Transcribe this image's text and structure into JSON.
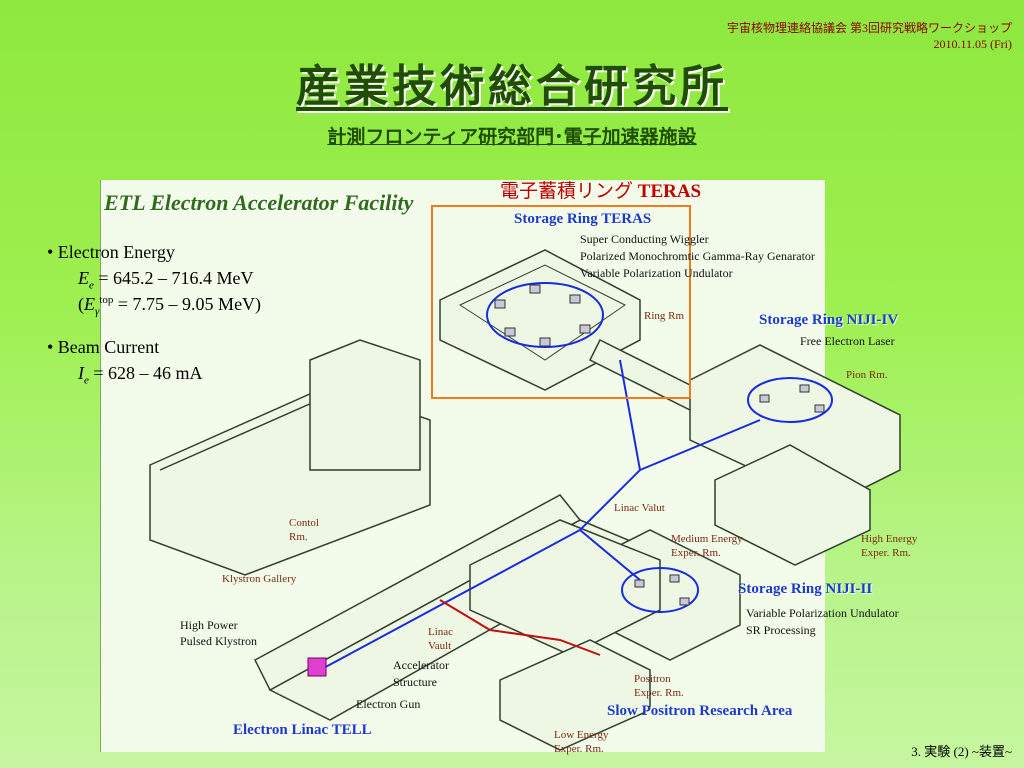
{
  "header": {
    "workshop": "宇宙核物理連絡協議会 第3回研究戦略ワークショップ",
    "date": "2010.11.05 (Fri)"
  },
  "title": "産業技術総合研究所",
  "subtitle": "計測フロンティア研究部門･電子加速器施設",
  "teras_heading": {
    "jp": "電子蓄積リング ",
    "en": "TERAS"
  },
  "etl_title": "ETL Electron Accelerator Facility",
  "bullets": {
    "energy_label": "• Electron Energy",
    "energy_value": "= 645.2 – 716.4 MeV",
    "gamma_value": "= 7.75 – 9.05 MeV)",
    "current_label": "• Beam Current",
    "current_value": "= 628 – 46 mA"
  },
  "labels": {
    "storage_ring_teras": "Storage Ring  TERAS",
    "teras_sub1": "Super Conducting Wiggler",
    "teras_sub2": "Polarized Monochromtic Gamma-Ray Genarator",
    "teras_sub3": "Variable Polarization Undulator",
    "ring_rm": "Ring Rm",
    "storage_ring_niji4": "Storage Ring NIJI-IV",
    "free_electron_laser": "Free Electron Laser",
    "pion_rm": "Pion Rm.",
    "control_rm_1": "Contol",
    "control_rm_2": "Rm.",
    "linac_valut": "Linac Valut",
    "medium_energy_1": "Medium Energy",
    "medium_energy_2": "Exper.  Rm.",
    "high_energy_1": "High Energy",
    "high_energy_2": "Exper. Rm.",
    "klystron_gallery": "Klystron Gallery",
    "storage_ring_niji2": "Storage Ring NIJI-II",
    "niji2_sub1": "Variable Polarization Undulator",
    "niji2_sub2": "SR Processing",
    "high_power_1": "High Power",
    "high_power_2": "Pulsed Klystron",
    "linac_vault_1": "Linac",
    "linac_vault_2": "Vault",
    "accelerator_1": "Accelerator",
    "accelerator_2": "Structure",
    "positron_exper_1": "Positron",
    "positron_exper_2": "Exper. Rm.",
    "slow_positron": "Slow Positron Research Area",
    "electron_gun": "Electron Gun",
    "electron_linac": "Electron Linac TELL",
    "low_energy_1": "Low Energy",
    "low_energy_2": "Exper. Rm."
  },
  "footer": "3. 実験 (2) ~装置~",
  "colors": {
    "background": "#9ef050",
    "title": "#1f4e00",
    "label_blue": "#1a3ac8",
    "highlight_box": "#f07b1a",
    "beamline": "#1a2adf"
  }
}
